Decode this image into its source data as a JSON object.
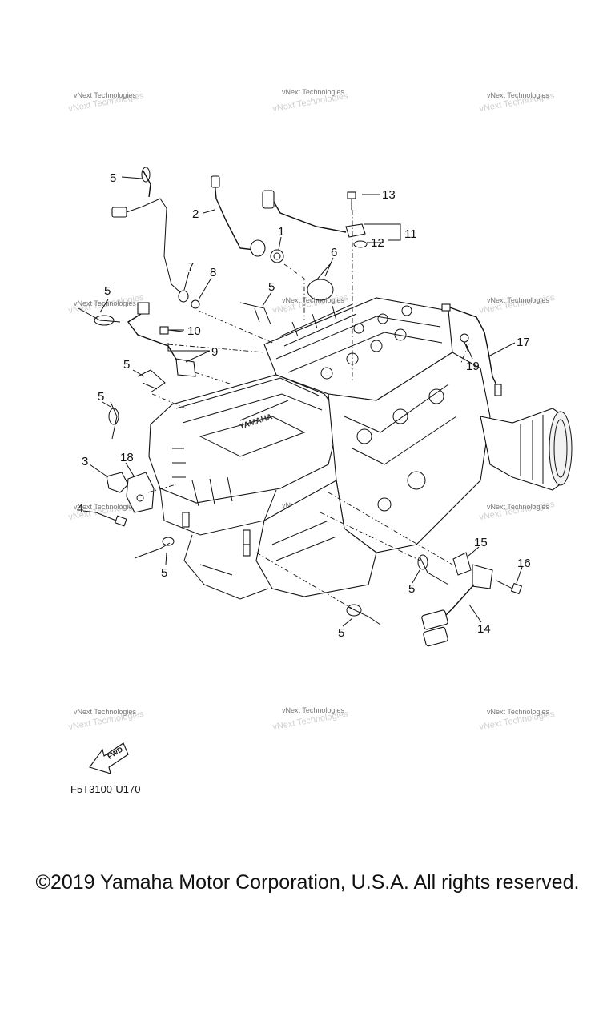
{
  "watermark_text": "vNext Technologies",
  "diagram_code": "F5T3100-U170",
  "fwd_label": "FWD",
  "engine_brand": "YAMAHA",
  "copyright": "©2019 Yamaha Motor Corporation, U.S.A. All rights reserved.",
  "callouts": {
    "c1": "1",
    "c2": "2",
    "c3": "3",
    "c4": "4",
    "c5a": "5",
    "c5b": "5",
    "c5c": "5",
    "c5d": "5",
    "c5e": "5",
    "c5f": "5",
    "c5g": "5",
    "c5h": "5",
    "c6": "6",
    "c7": "7",
    "c8": "8",
    "c9": "9",
    "c10": "10",
    "c11": "11",
    "c12": "12",
    "c13": "13",
    "c14": "14",
    "c15": "15",
    "c16": "16",
    "c17": "17",
    "c18": "18",
    "c19": "19"
  }
}
